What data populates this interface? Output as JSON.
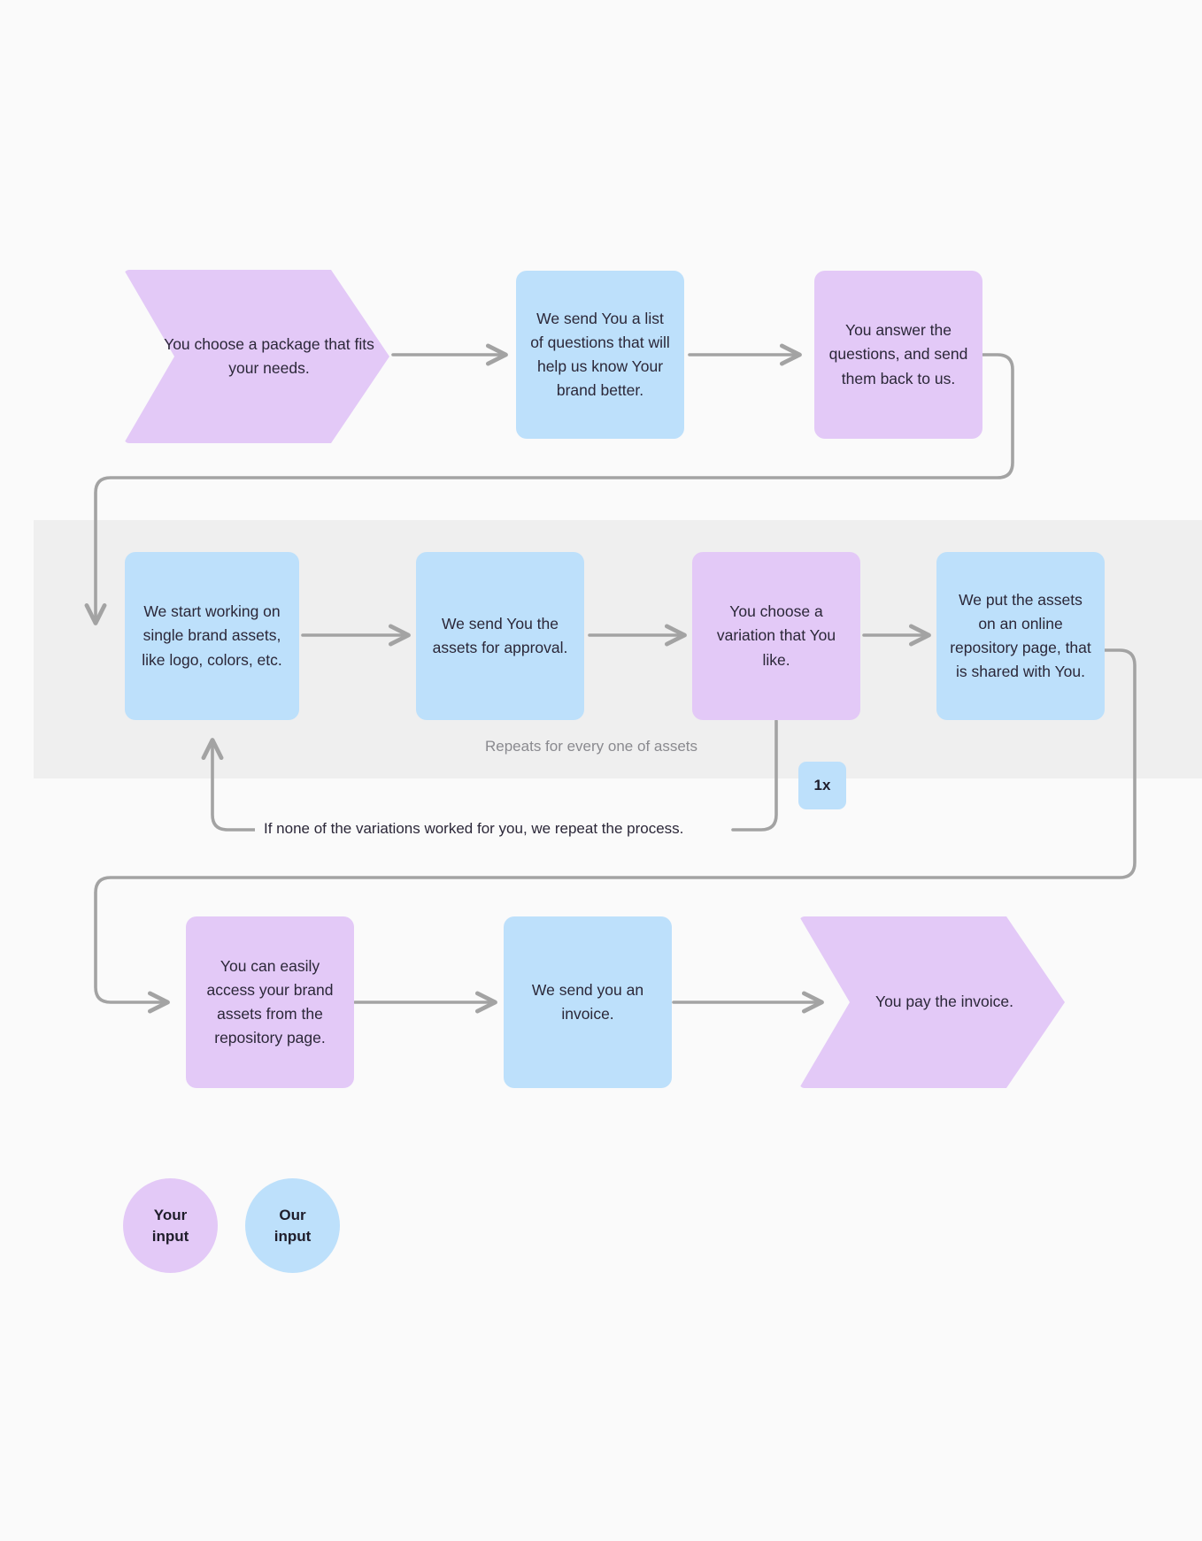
{
  "theme": {
    "background": "#fafafa",
    "band_background": "#efefef",
    "your_input_color": "#e3c9f7",
    "our_input_color": "#bde0fb",
    "connector_color": "#a3a3a3",
    "text_color": "#2b2738",
    "muted_text_color": "#8a8a8f"
  },
  "flow": {
    "row1": {
      "start": {
        "label": "You choose a package that fits your needs.",
        "owner": "your-input",
        "shape": "chevron"
      },
      "step2": {
        "label": "We send You a list of questions that will help us know Your brand better.",
        "owner": "our-input",
        "shape": "rect"
      },
      "step3": {
        "label": "You answer the questions, and send them back to us.",
        "owner": "your-input",
        "shape": "rect"
      }
    },
    "row2": {
      "caption": "Repeats for every one of assets",
      "badge": "1x",
      "step1": {
        "label": "We start working on single brand assets, like logo, colors, etc.",
        "owner": "our-input",
        "shape": "rect"
      },
      "step2": {
        "label": "We send You the assets for approval.",
        "owner": "our-input",
        "shape": "rect"
      },
      "step3": {
        "label": "You choose a variation that You like.",
        "owner": "your-input",
        "shape": "rect"
      },
      "step4": {
        "label": "We put the assets on an online repository page, that is shared with You.",
        "owner": "our-input",
        "shape": "rect"
      }
    },
    "loopback": {
      "label": "If none of the variations worked for you, we repeat the process."
    },
    "row3": {
      "step1": {
        "label": "You can easily access your brand assets from the repository page.",
        "owner": "your-input",
        "shape": "rect"
      },
      "step2": {
        "label": "We send you an invoice.",
        "owner": "our-input",
        "shape": "rect"
      },
      "end": {
        "label": "You pay the invoice.",
        "owner": "your-input",
        "shape": "chevron"
      }
    }
  },
  "legend": {
    "items": [
      {
        "label": "Your\ninput",
        "line1": "Your",
        "line2": "input",
        "color": "#e3c9f7"
      },
      {
        "label": "Our\ninput",
        "line1": "Our",
        "line2": "input",
        "color": "#bde0fb"
      }
    ]
  }
}
